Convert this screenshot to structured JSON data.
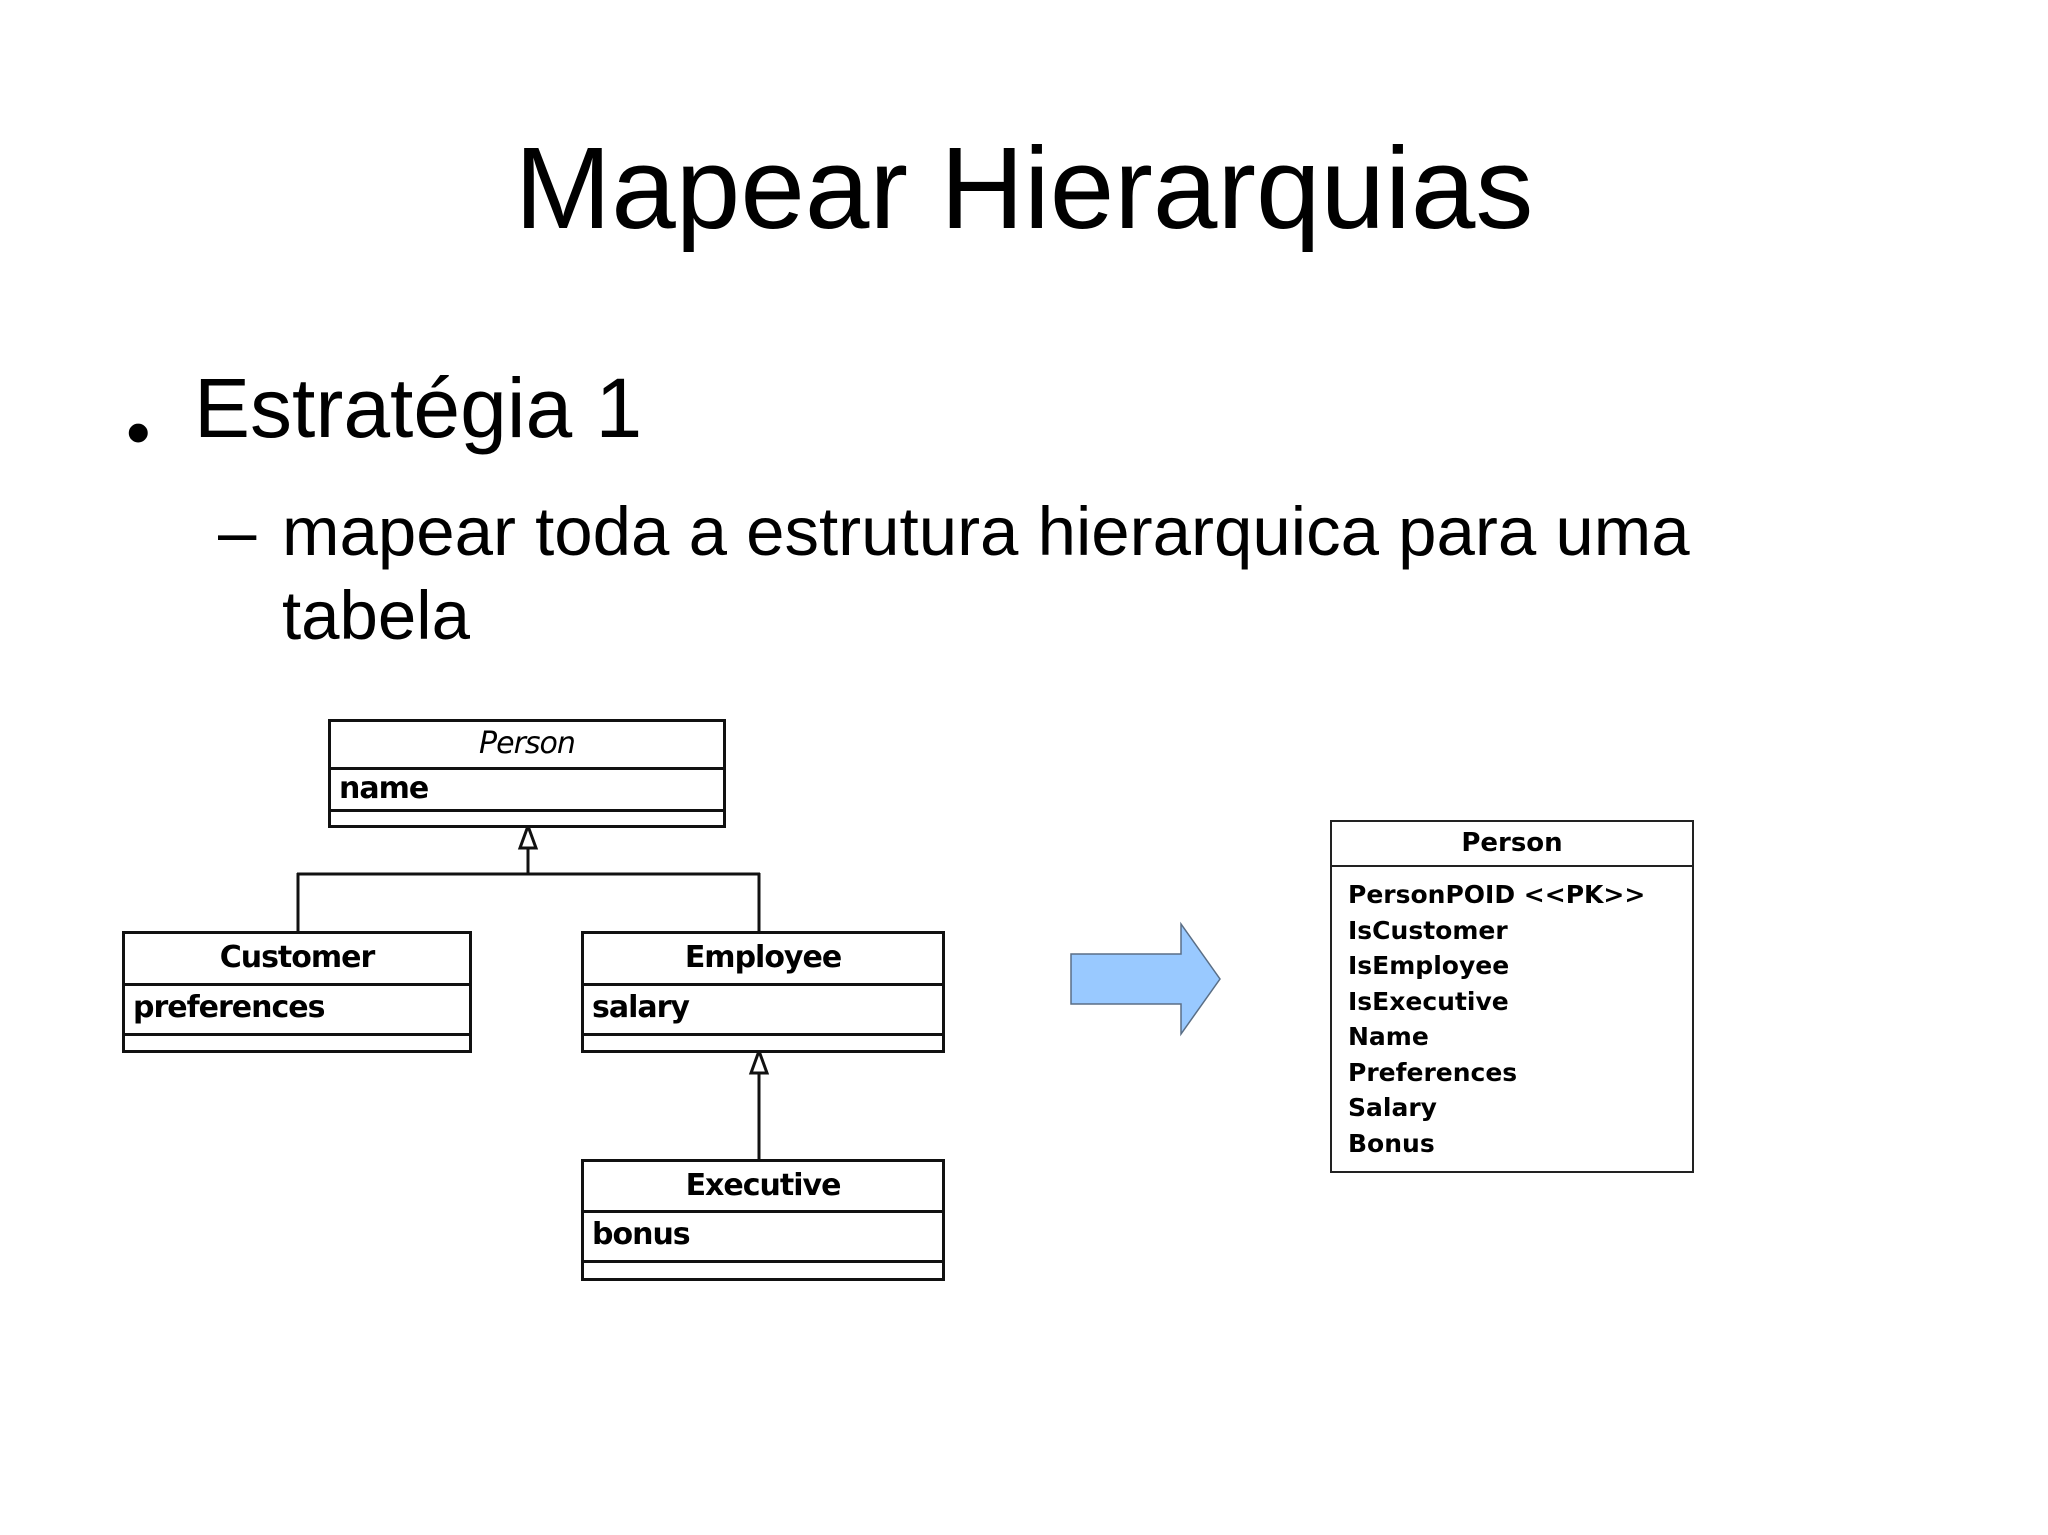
{
  "slide": {
    "title": "Mapear Hierarquias",
    "bullets": [
      {
        "level": 1,
        "marker": "•",
        "text": "Estratégia 1",
        "children": [
          {
            "level": 2,
            "marker": "–",
            "text_line1": "mapear toda a estrutura hierarquica para uma",
            "text_line2": "tabela"
          }
        ]
      }
    ]
  },
  "class_diagram": {
    "classes": [
      {
        "name": "Person",
        "abstract": true,
        "attributes": [
          "name"
        ],
        "operations": []
      },
      {
        "name": "Customer",
        "abstract": false,
        "attributes": [
          "preferences"
        ],
        "operations": [],
        "extends": "Person"
      },
      {
        "name": "Employee",
        "abstract": false,
        "attributes": [
          "salary"
        ],
        "operations": [],
        "extends": "Person"
      },
      {
        "name": "Executive",
        "abstract": false,
        "attributes": [
          "bonus"
        ],
        "operations": [],
        "extends": "Employee"
      }
    ],
    "relationship_type": "generalization"
  },
  "arrow": {
    "icon": "right-arrow-icon",
    "fill": "#99c9ff",
    "stroke": "#5a6e85"
  },
  "table_diagram": {
    "name": "Person",
    "columns": [
      "PersonPOID <<PK>>",
      "IsCustomer",
      "IsEmployee",
      "IsExecutive",
      "Name",
      "Preferences",
      "Salary",
      "Bonus"
    ]
  }
}
